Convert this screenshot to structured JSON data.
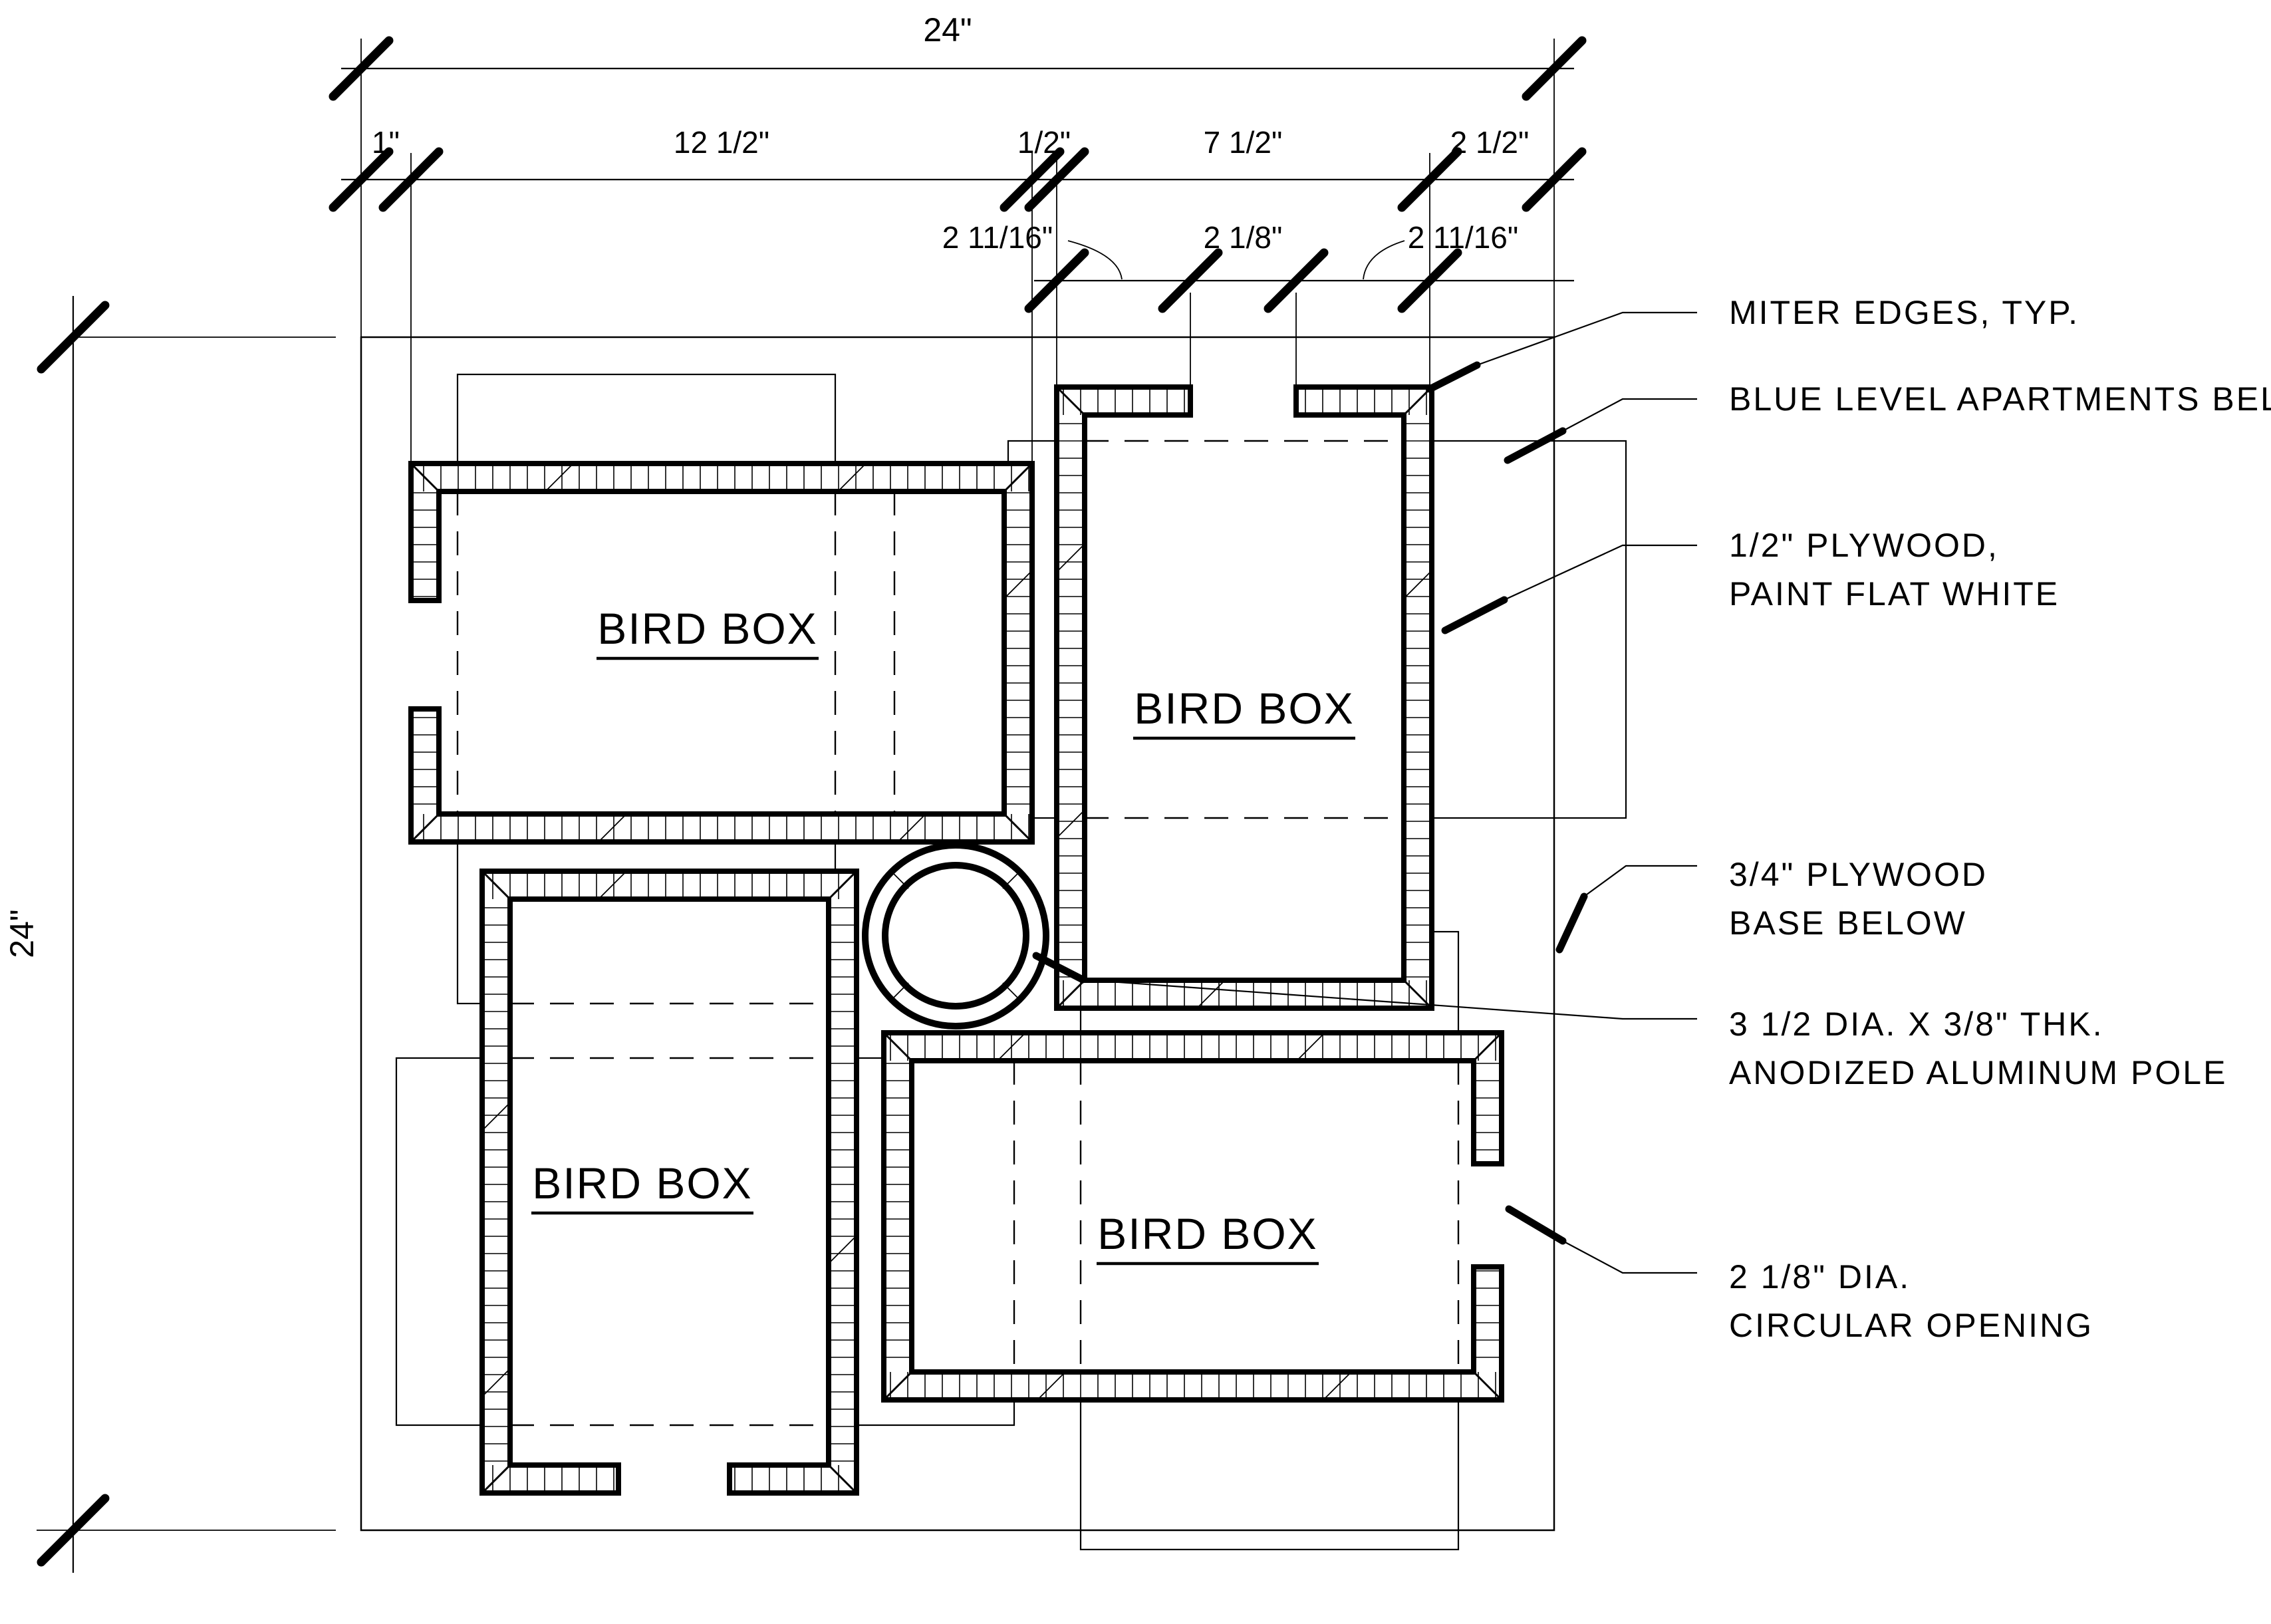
{
  "page": {
    "background": "#ffffff",
    "line_color": "#000000"
  },
  "labels": {
    "bird_box": "BIRD BOX"
  },
  "dims": {
    "total_width": "24\"",
    "total_height": "24\"",
    "row2": {
      "d1": "1\"",
      "d2": "12 1/2\"",
      "d3": "1/2\"",
      "d4": "7 1/2\"",
      "d5": "2 1/2\""
    },
    "row3": {
      "d1": "2 11/16\"",
      "d2": "2 1/8\"",
      "d3": "2 11/16\""
    }
  },
  "annotations": {
    "miter": "MITER EDGES, TYP.",
    "blue_level": "BLUE LEVEL APARTMENTS BELOW",
    "plywood_half_1": "1/2\" PLYWOOD,",
    "plywood_half_2": "PAINT FLAT WHITE",
    "plywood_base_1": "3/4\" PLYWOOD",
    "plywood_base_2": "BASE BELOW",
    "pole_1": "3 1/2 DIA. X 3/8\" THK.",
    "pole_2": "ANODIZED ALUMINUM POLE",
    "opening_1": "2 1/8\" DIA.",
    "opening_2": "CIRCULAR OPENING"
  }
}
